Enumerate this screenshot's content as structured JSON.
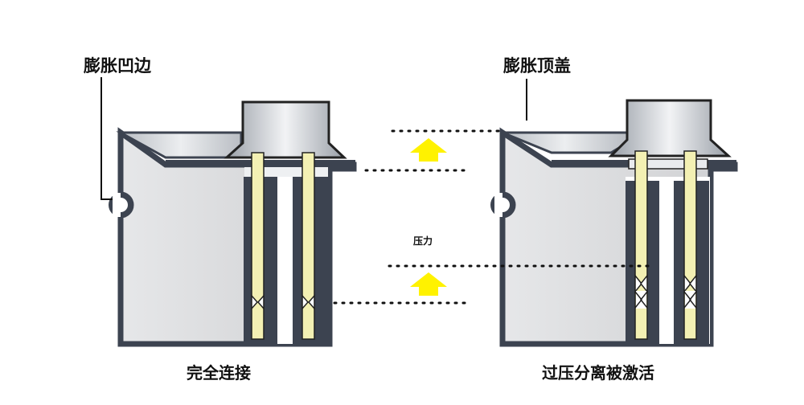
{
  "labels": {
    "left_top": "膨胀凹边",
    "right_top": "膨胀顶盖",
    "left_bottom": "完全连接",
    "right_bottom": "过压分离被激活",
    "middle": "压力"
  },
  "colors": {
    "frame": "#3c4350",
    "body_fill": "#d9dadc",
    "cap_fill": "#c7cacf",
    "lead_fill": "#f3f0b3",
    "lead_stroke": "#222222",
    "arrow": "#fff200",
    "label": "#111111"
  }
}
